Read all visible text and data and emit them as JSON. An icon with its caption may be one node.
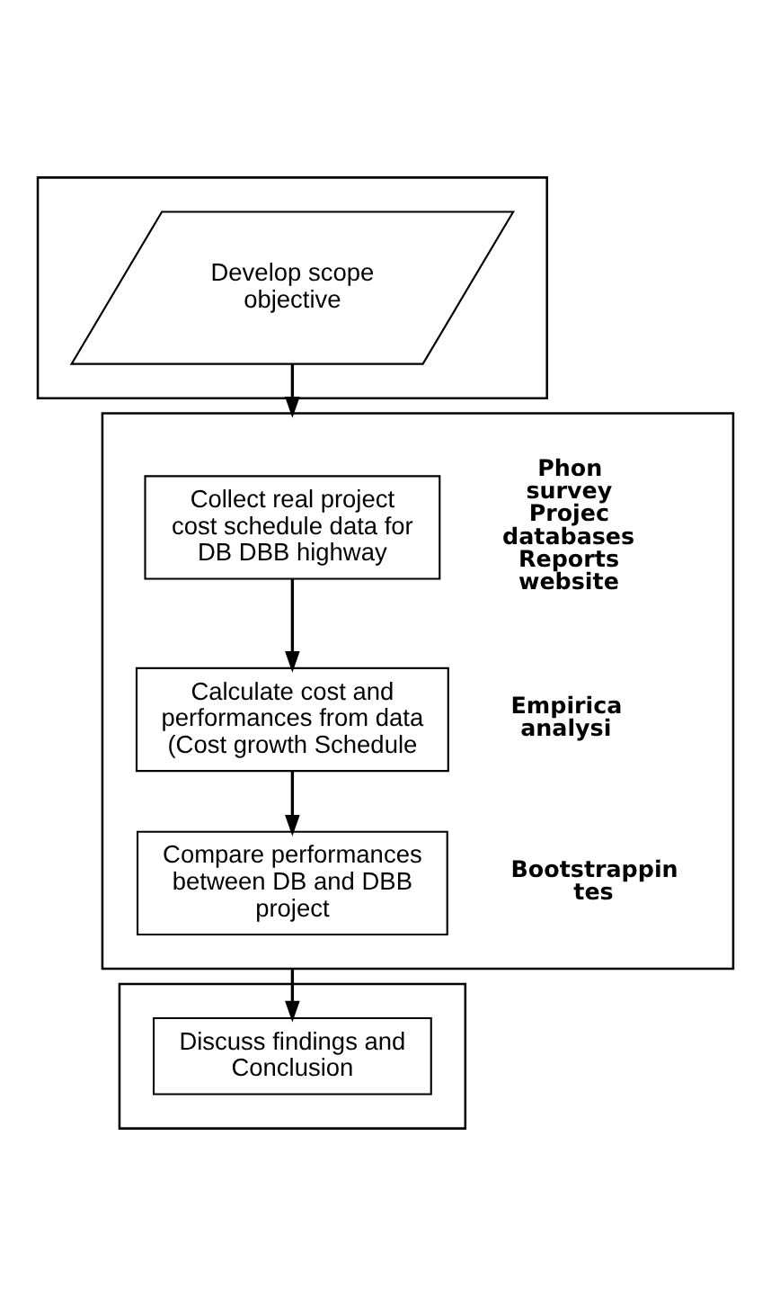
{
  "diagram": {
    "nodes": [
      {
        "text": [],
        "shape": "box"
      },
      {
        "text": [
          "Develop scope objective"
        ],
        "in": 0
      },
      {
        "text": [],
        "shape": "box"
      },
      {
        "text": [
          "Collect real project cost schedule data for DB DBB highway"
        ],
        "in": 2,
        "beside": [
          "Phon survey Projec databases Reports website"
        ]
      },
      {
        "text": [
          "Calculate cost and performances from data (Cost growth Schedule"
        ],
        "in": 2,
        "beside": [
          "Empirica analysi"
        ]
      },
      {
        "text": [
          "Compare performances between DB and DBB project"
        ],
        "in": 2,
        "beside": [
          "Bootstrappin tes"
        ]
      },
      {
        "text": [],
        "shape": "box"
      },
      {
        "text": [
          "Discuss findings and Conclusion"
        ],
        "in": 6
      }
    ],
    "edges": [
      {
        "from": 1,
        "to": 2,
        "arrow": "to"
      },
      {
        "from": 3,
        "to": 4,
        "arrow": "to"
      },
      {
        "from": 4,
        "to": 5,
        "arrow": "to"
      },
      {
        "from": 2,
        "to": 7,
        "arrow": "to"
      }
    ]
  }
}
